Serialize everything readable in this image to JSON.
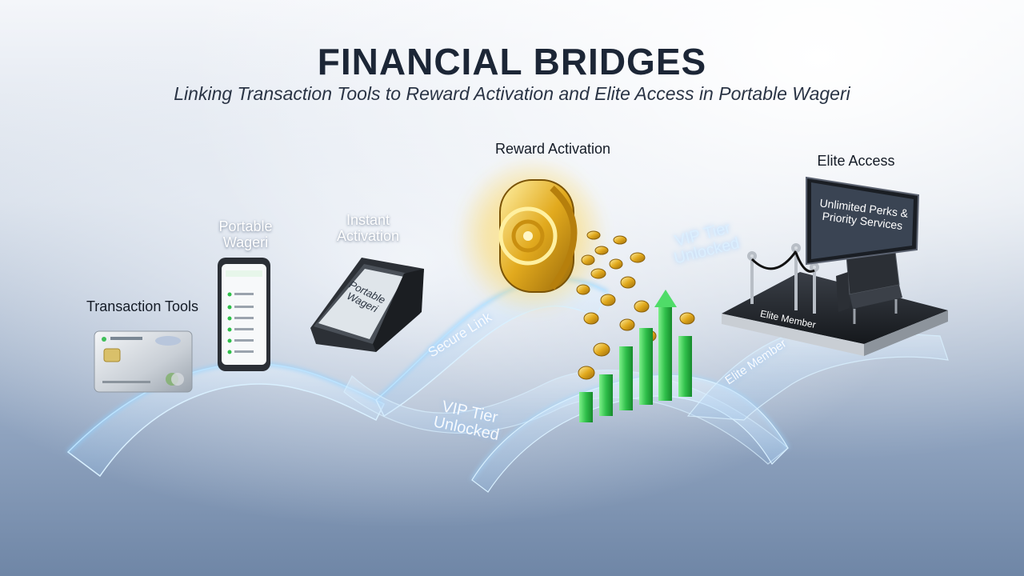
{
  "title": "FINANCIAL BRIDGES",
  "subtitle": "Linking Transaction Tools to Reward Activation and Elite Access in Portable Wageri",
  "stages": {
    "transaction_tools": "Transaction Tools",
    "portable_wageri": "Portable\nWageri",
    "instant_activation": "Instant\nActivation",
    "reward_activation": "Reward Activation",
    "elite_access": "Elite Access"
  },
  "bridge_labels": {
    "secure_link": "Secure Link",
    "vip_tier_lower": "VIP Tier\nUnlocked",
    "vip_tier_upper": "VIP Tier\nUnlocked",
    "elite_member_bridge": "Elite Member"
  },
  "terminal_screen_text": "Portable\nWageri",
  "screen_text": "Unlimited Perks &\nPriority Services",
  "platform_text": "Elite Member",
  "colors": {
    "bridge": "#bfe0ff",
    "glow": "#7fc4ff",
    "gold": "#e8b830",
    "chart_green": "#2fbf4a",
    "platform": "#1e2228"
  },
  "growth_bars": [
    0.25,
    0.45,
    0.6,
    0.75,
    0.95,
    0.55
  ]
}
